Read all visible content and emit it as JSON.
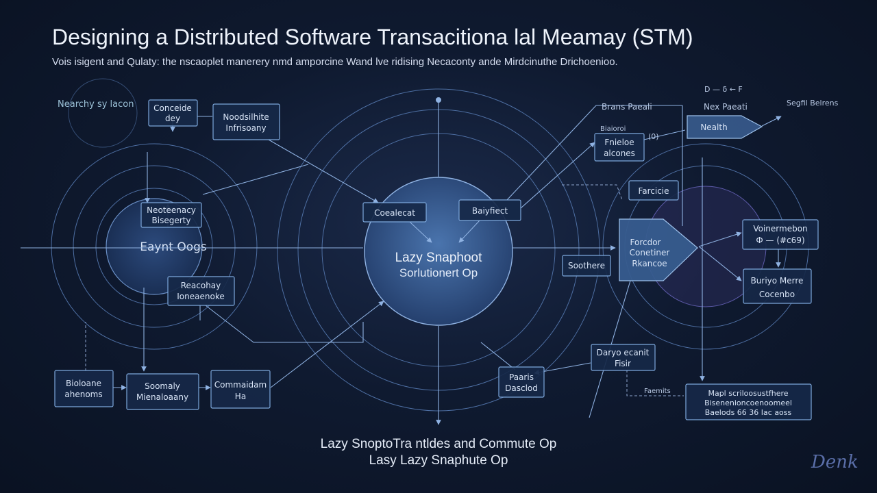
{
  "title": "Designing a Distributed Software Transacitiona lal Meamay (STM)",
  "subtitle": "Vois isigent and Qulaty: the nscaoplet manerery nmd amporcine Wand lve ridising Necaconty ande Mirdcinuthe Drichoenioo.",
  "center_node": {
    "line1": "Lazy Snaphoot",
    "line2": "Sorlutionert Op"
  },
  "left_hub": {
    "label": "Eaynt Oogs"
  },
  "side_labels": {
    "top_left": "Nearchy sy lacon",
    "header_1": "Brans Paeali",
    "header_2": "Nex Paeati",
    "header_3": "Segfil Belrens",
    "small_1": "Biaioroi",
    "small_2": "(0)",
    "small_3": "Faemits",
    "formula": "D — δ ← F"
  },
  "nodes": {
    "conceide": [
      "Conceide",
      "dey"
    ],
    "noodsilh": [
      "Noodsilhite",
      "Infrisoany"
    ],
    "neoteency": [
      "Neoteenacy",
      "Bisegerty"
    ],
    "reacohy": [
      "Reacohay",
      "Ioneaenoke"
    ],
    "bioloane": [
      "Bioloane",
      "ahenoms"
    ],
    "soomaly": [
      "Soomaly",
      "Mienaloaany"
    ],
    "commaidem": [
      "Commaidam",
      "Ha"
    ],
    "coerlecat": [
      "Coealecat"
    ],
    "batyfiect": [
      "Baiyfiect"
    ],
    "fnieloe": [
      "Fnieloe",
      "alcones"
    ],
    "nealth": [
      "Nealth"
    ],
    "farcicie": [
      "Farcicie"
    ],
    "forcdor": [
      "Forcdor",
      "Conetiner",
      "Rkancoe"
    ],
    "sogether": [
      "Soothere"
    ],
    "vormerator": [
      "Voinermebon",
      "Ф — (#c69)"
    ],
    "buriyo": [
      "Buriyo Merre",
      "Cocenbo"
    ],
    "daryo": [
      "Daryo ecanit",
      "Fisir"
    ],
    "paaris": [
      "Paaris",
      "Dasclod"
    ],
    "mapl": [
      "Mapl scriloosustfhere",
      "Bisenenioncoenoomeel",
      "Baelods 66 36 Iac aoss"
    ]
  },
  "captions": {
    "line1": "Lazy SnoptoTra ntldes and Commute Op",
    "line2": "Lasy Lazy Snaphute Op"
  },
  "signature": "Denk",
  "colors": {
    "background": "#0f1a30",
    "node_border": "#7da8dc",
    "accent_blue": "#5e8fcf",
    "center_fill": "#3a5f95"
  }
}
